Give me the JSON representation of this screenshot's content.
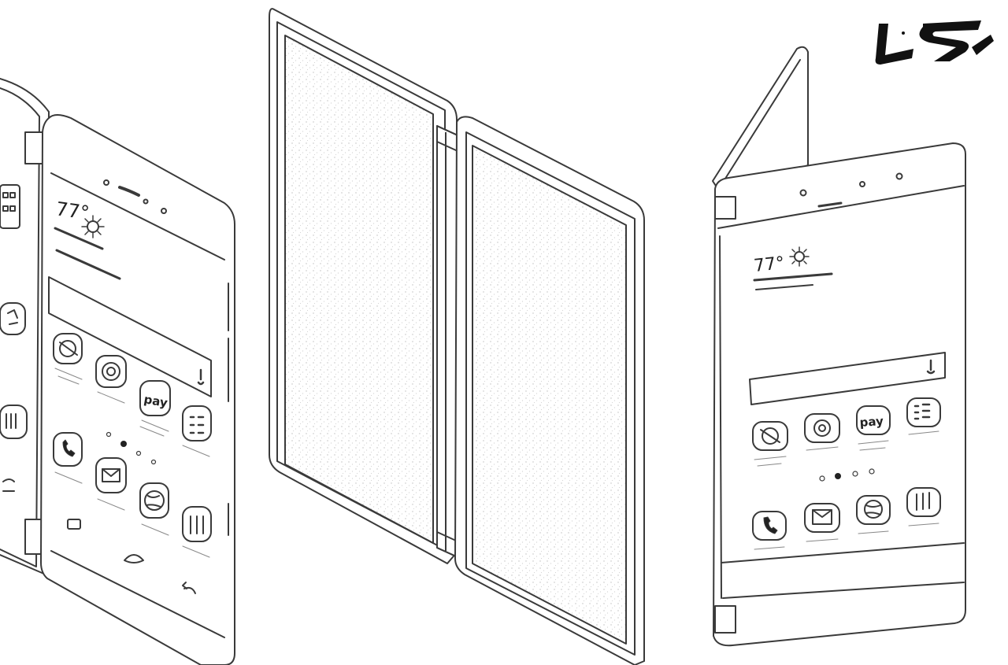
{
  "figure": {
    "left_view": {
      "weather_text": "77°",
      "pay_label": "pay"
    },
    "right_view": {
      "weather_text": "77°",
      "pay_label": "pay"
    },
    "watermark_logo": {
      "lettering": "ايسنا",
      "color": "#111111"
    },
    "line_color": "#3a3a3a",
    "screen_texture_color": "#bdbdbd"
  }
}
